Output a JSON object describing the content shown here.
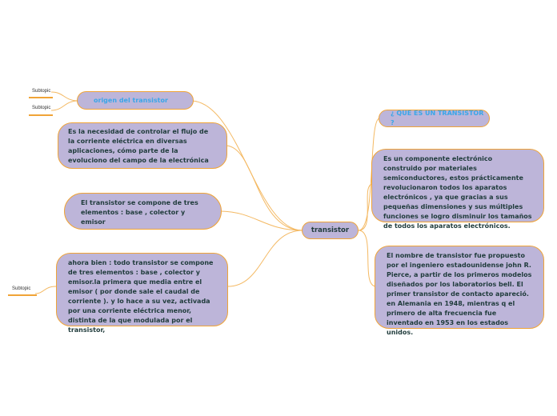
{
  "central": {
    "label": "transistor"
  },
  "left": {
    "origin": {
      "label": "origen del transistor"
    },
    "subtopics": [
      "Subtopic",
      "Subtopic",
      "Subtopic"
    ],
    "node1": {
      "text": "Es la necesidad de controlar el flujo de la corriente eléctrica en diversas aplicaciones, cómo parte de la evoluciono del campo de la electrónica"
    },
    "node2": {
      "text": "El transistor se compone de tres elementos : base , colector y emisor"
    },
    "node3": {
      "text": "ahora bien : todo transistor se compone de tres elementos : base , colector y emisor.la primera que media entre el emisor ( por donde sale el caudal de corriente ). y lo hace a su vez, activada por una corriente eléctrica menor, distinta de la que modulada por el transistor,"
    }
  },
  "right": {
    "question": {
      "label": "¿ QUE ES UN TRANSISTOR ?"
    },
    "node1": {
      "text": "Es un componente electrónico construido por materiales semiconductores, estos prácticamente revolucionaron todos los aparatos electrónicos , ya que gracias a sus pequeñas dimensiones y sus múltiples funciones se logro disminuir los tamaños de todos los aparatos electrónicos."
    },
    "node2": {
      "text": "El nombre de transistor fue propuesto por el ingeniero estadounidense john R. Pierce, a partir de los primeros modelos diseñados por los laboratorios bell. El primer transistor de contacto apareció. en Alemania en 1948, mientras q el primero de alta frecuencia fue inventado en 1953 en los estados unidos."
    }
  },
  "colors": {
    "node_fill": "#bdb5d9",
    "border": "#f0a437",
    "title_text": "#3aa6e8",
    "body_text": "#1f3b3b"
  }
}
